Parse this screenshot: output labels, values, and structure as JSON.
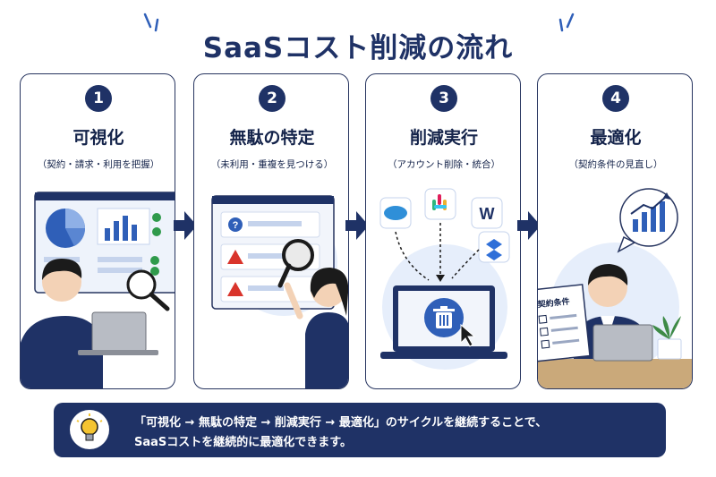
{
  "title": "SaaSコスト削減の流れ",
  "colors": {
    "navy": "#1f3266",
    "blue": "#2f5fb8",
    "light_blue": "#e6eefb",
    "red": "#d9342b",
    "green": "#2f9a4b"
  },
  "steps": [
    {
      "number": "1",
      "title": "可視化",
      "subtitle": "（契約・請求・利用を把握）",
      "icon": "dashboard-magnifier-icon"
    },
    {
      "number": "2",
      "title": "無駄の特定",
      "subtitle": "（未利用・重複を見つける）",
      "icon": "warning-list-icon"
    },
    {
      "number": "3",
      "title": "削減実行",
      "subtitle": "（アカウント削除・統合）",
      "icon": "trash-laptop-icon"
    },
    {
      "number": "4",
      "title": "最適化",
      "subtitle": "（契約条件の見直し）",
      "icon": "growth-chart-icon"
    }
  ],
  "step4_doc_label": "契約条件",
  "banner": {
    "line1": "「可視化 → 無駄の特定 → 削減実行 → 最適化」のサイクルを継続することで、",
    "line2": "SaaSコストを継続的に最適化できます。"
  }
}
